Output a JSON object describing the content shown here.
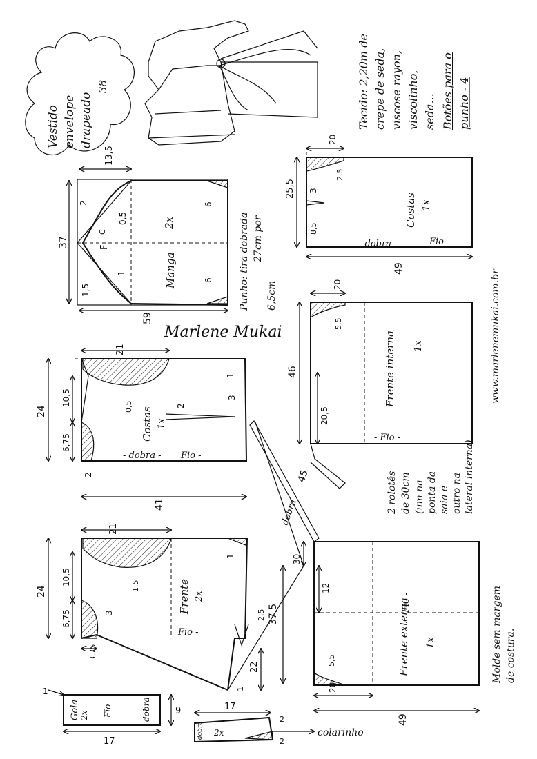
{
  "title": {
    "line1": "Vestido",
    "line2": "envelope",
    "line3": "drapeado",
    "size": "38"
  },
  "fabric_note": {
    "lines": [
      "Tecido: 2,20m de",
      "crepe de seda,",
      "viscose rayon,",
      "viscolinho,",
      "seda...",
      "Botões para o",
      "punho - 4"
    ]
  },
  "sleeve": {
    "name": "Manga",
    "qty": "2x",
    "top": "13,5",
    "height": "37",
    "width": "59",
    "cap_pts": [
      "2",
      "0,5",
      "1",
      "1,5"
    ],
    "hem": [
      "6",
      "6"
    ],
    "marks": [
      "F",
      "C"
    ]
  },
  "cuff_note": {
    "lines": [
      "Punho: tira dobrada",
      "27cm por",
      "6,5cm"
    ]
  },
  "back_skirt": {
    "name": "Costas",
    "qty": "1x",
    "top": "20",
    "dart_small": "2,5",
    "dart": "3",
    "h1": "25,5",
    "h2": "8,5",
    "height": "49",
    "fold": "- dobra -",
    "grain": "Fio -"
  },
  "inner_front": {
    "name": "Frente interna",
    "qty": "1x",
    "top": "20",
    "curve": "5,5",
    "height": "46",
    "side": "20,5",
    "grain": "- Fio -"
  },
  "rouleau_note": {
    "lines": [
      "2 rolotês",
      "de 30cm",
      "(um na",
      "ponta da",
      "saia e",
      "outro na",
      "lateral interna)"
    ]
  },
  "website": "www.marlenemukai.com.br",
  "signature": "Marlene Mukai",
  "back_bodice": {
    "name": "Costas",
    "qty": "1x",
    "width": "21",
    "height": "24",
    "neck": "10,5",
    "arm": "6,75",
    "shoulder": "1",
    "curve": "0,5",
    "dart_w": "2",
    "dart": "3",
    "bottom": "2",
    "fold": "- dobra -",
    "grain": "Fio -",
    "total": "41"
  },
  "front_bodice": {
    "name": "Frente",
    "qty": "2x",
    "width": "21",
    "height": "24",
    "neck": "10,5",
    "arm": "6,75",
    "shoulder": "1",
    "curve": "1,5",
    "dart": "3",
    "side": "3,75",
    "extra": "2,5",
    "waist": "22",
    "tip": "1",
    "grain": "Fio -"
  },
  "drape": {
    "fold": "dobra",
    "len1": "45",
    "len2": "37,5"
  },
  "outer_front": {
    "name": "Frente externa",
    "qty": "1x",
    "top": "30",
    "side": "12",
    "curve": "5,5",
    "bottom": "20",
    "height": "49",
    "grain": "Fio -"
  },
  "collar_band": {
    "name": "Gola",
    "qty": "2x",
    "fold": "dobra",
    "grain": "Fio",
    "height": "9",
    "width": "17",
    "end": "1"
  },
  "small_collar": {
    "qty": "2x",
    "width": "17",
    "fold": "dobra",
    "ends": [
      "2",
      "2"
    ],
    "label": "colarinho"
  },
  "seam_note": {
    "lines": [
      "Molde sem margem",
      "de costura."
    ]
  }
}
